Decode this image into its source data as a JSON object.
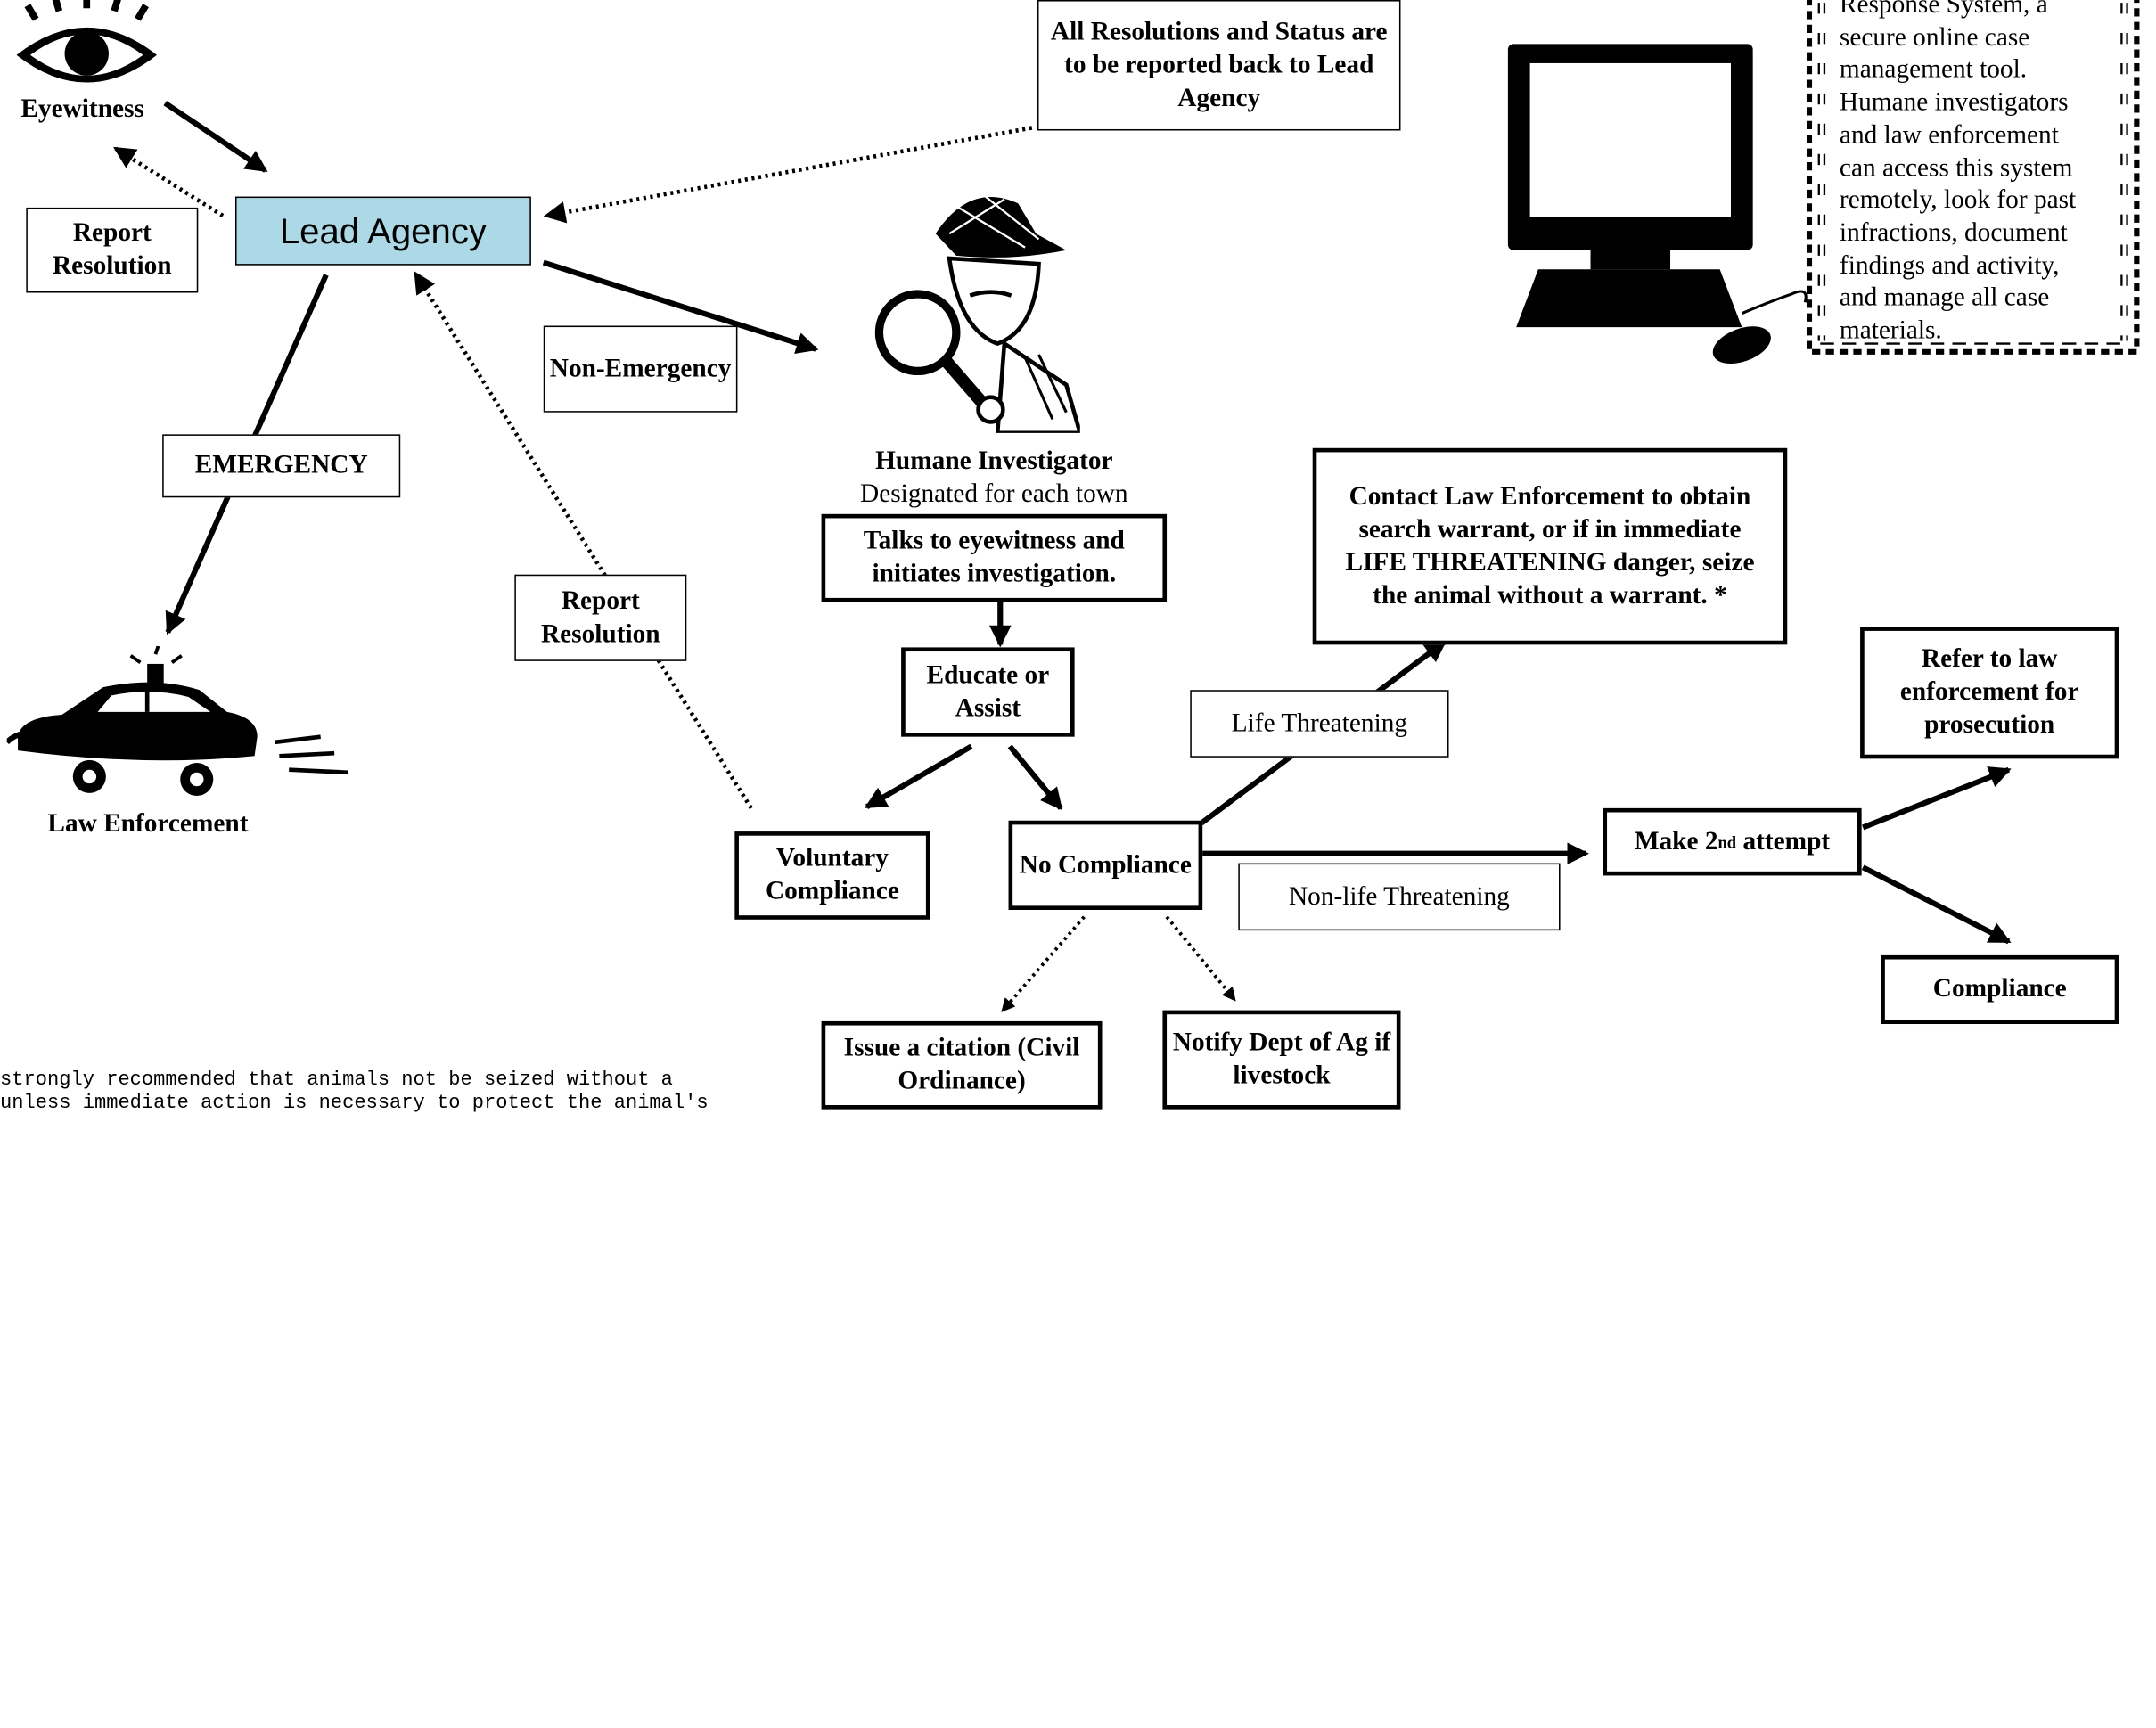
{
  "nodes": {
    "eyewitness": "Eyewitness",
    "lead_agency": "Lead Agency",
    "report_resolution_left": "Report Resolution",
    "all_resolutions": "All Resolutions and Status are to be reported back to Lead Agency",
    "non_emergency": "Non-Emergency",
    "emergency": "EMERGENCY",
    "law_enforcement": "Law Enforcement",
    "report_resolution_mid": "Report Resolution",
    "humane_investigator_title": "Humane Investigator",
    "humane_investigator_sub": "Designated for each town",
    "talks_to_eyewitness": "Talks to eyewitness and initiates investigation.",
    "educate_assist": "Educate or Assist",
    "voluntary_compliance": "Voluntary Compliance",
    "no_compliance": "No Compliance",
    "life_threatening": "Life Threatening",
    "contact_law_enforcement": "Contact Law Enforcement to obtain search warrant, or if in immediate LIFE THREATENING danger, seize the animal without a warrant. *",
    "non_life_threatening": "Non-life Threatening",
    "make_second_attempt_prefix": "Make 2",
    "make_second_attempt_sup": "nd",
    "make_second_attempt_suffix": " attempt",
    "refer_to_law": "Refer to law enforcement for prosecution",
    "compliance": "Compliance",
    "issue_citation": "Issue a citation (Civil Ordinance)",
    "notify_dept_ag": "Notify Dept of Ag if livestock"
  },
  "system_note_lines": [
    "Response System, a",
    "secure online case",
    "management tool.",
    "Humane investigators",
    "and law enforcement",
    "can access this system",
    "remotely, look for past",
    "infractions, document",
    "findings and activity,",
    "and manage all case",
    "materials."
  ],
  "footnote_lines": [
    "strongly recommended that animals not be seized without a",
    "unless immediate action is necessary to protect the animal's"
  ],
  "icons": [
    "eye-icon",
    "detective-icon",
    "police-car-icon",
    "computer-icon"
  ]
}
